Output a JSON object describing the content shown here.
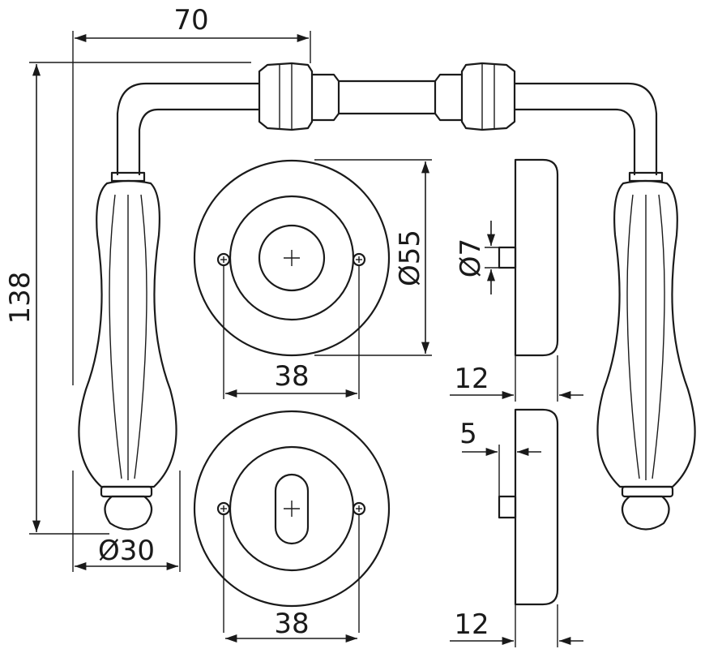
{
  "dimensions": {
    "handle_reach": "70",
    "handle_height": "138",
    "rosette_diameter": "Ø55",
    "screw_spacing_top": "38",
    "screw_spacing_bottom": "38",
    "grip_diameter": "Ø30",
    "spindle_diameter": "Ø7",
    "rosette_thickness_top": "12",
    "rosette_thickness_bottom": "12",
    "key_offset": "5"
  }
}
